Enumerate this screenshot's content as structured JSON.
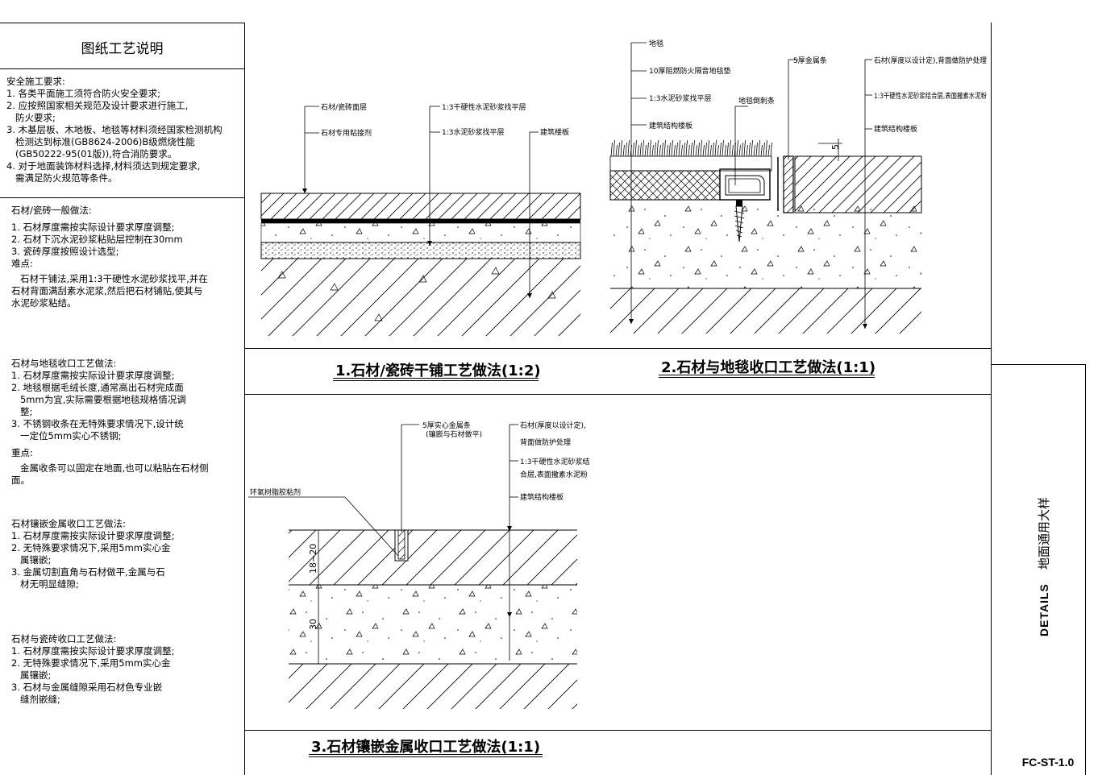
{
  "panel": {
    "title": "图纸工艺说明",
    "safety_lines": [
      "安全施工要求:",
      "1. 各类平面施工须符合防火安全要求;",
      "2. 应按照国家相关规范及设计要求进行施工,",
      "   防火要求;",
      "3. 木基层板、木地板、地毯等材料须经国家检测机构",
      "   检测达到标准(GB8624-2006)B级燃烧性能",
      "   (GB50222-95(01版)),符合消防要求。",
      "4. 对于地面装饰材料选择,材料须达到规定要求,",
      "   需满足防火规范等条件。"
    ],
    "stone_header": "石材/瓷砖一般做法:",
    "stone_items": [
      "1. 石材厚度需按实际设计要求厚度调整;",
      "2. 石材下沉水泥砂浆粘贴层控制在30mm",
      "3. 瓷砖厚度按照设计选型;"
    ],
    "stone_note_head": "难点:",
    "stone_note": [
      "   石材干铺法,采用1:3干硬性水泥砂浆找平,并在",
      "石材背面满刮素水泥浆,然后把石材铺贴,使其与",
      "水泥砂浆粘结。"
    ],
    "carpet_header": "石材与地毯收口工艺做法:",
    "carpet_items": [
      "1. 石材厚度需按实际设计要求厚度调整;",
      "2. 地毯根据毛绒长度,通常高出石材完成面",
      "   5mm为宜,实际需要根据地毯规格情况调",
      "   整;",
      "3. 不锈钢收条在无特殊要求情况下,设计统",
      "   一定位5mm实心不锈钢;"
    ],
    "carpet_note_head": "重点:",
    "carpet_note": [
      "   金属收条可以固定在地面,也可以粘贴在石材侧",
      "面。"
    ],
    "metal_header": "石材镶嵌金属收口工艺做法:",
    "metal_items": [
      "1. 石材厚度需按实际设计要求厚度调整;",
      "2. 无特殊要求情况下,采用5mm实心金",
      "   属镶嵌;",
      "3. 金属切割直角与石材做平,金属与石",
      "   材无明显缝隙;"
    ],
    "tile_header": "石材与瓷砖收口工艺做法:",
    "tile_items": [
      "1. 石材厚度需按实际设计要求厚度调整;",
      "2. 无特殊要求情况下,采用5mm实心金",
      "   属镶嵌;",
      "3. 石材与金属缝隙采用石材色专业嵌",
      "   缝剂嵌缝;"
    ]
  },
  "details": {
    "d1": {
      "title": "1.石材/瓷砖干铺工艺做法(1:2)",
      "labels": [
        "石材/瓷砖面层",
        "1:3干硬性水泥砂浆找平层",
        "石材专用粘接剂",
        "1:3水泥砂浆找平层",
        "建筑楼板"
      ]
    },
    "d2": {
      "title": "2.石材与地毯收口工艺做法(1:1)",
      "labels": [
        "地毯",
        "10厚阻燃防火隔音地毯垫",
        "1:3水泥砂浆找平层",
        "建筑结构楼板",
        "5厚金属条",
        "地毯倒刺条",
        "石材(厚度以设计定),背面做防护处理",
        "1:3干硬性水泥砂浆结合层,表面撒素水泥粉",
        "建筑结构楼板"
      ],
      "dim": "5"
    },
    "d3": {
      "title": "3.石材镶嵌金属收口工艺做法(1:1)",
      "labels": [
        "5厚实心金属条",
        "(镶嵌与石材做平)",
        "石材(厚度以设计定),",
        "背面做防护处理",
        "1:3干硬性水泥砂浆结",
        "合层,表面撒素水泥粉",
        "建筑结构楼板",
        "环氧树脂胶粘剂"
      ],
      "dims": [
        "18~20",
        "30"
      ]
    }
  },
  "title_block": {
    "sheet_title_en": "DETAILS",
    "sheet_title_cn": "地面通用大样",
    "sheet_no": "FC-ST-1.0"
  }
}
